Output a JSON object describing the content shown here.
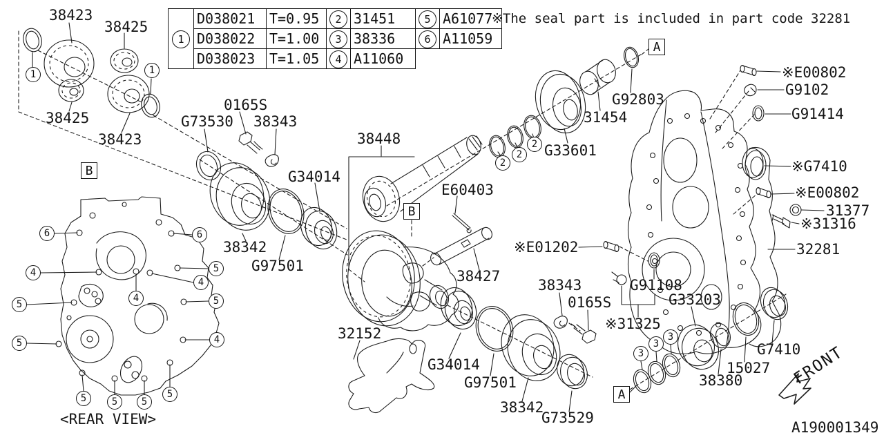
{
  "note": "※The seal part is included in part code 32281",
  "diagram_code": "A190001349",
  "front_label": "FRONT",
  "rear_view_caption": "<REAR VIEW>",
  "boxed": {
    "a": "A",
    "b": "B"
  },
  "circled": {
    "n1": "1",
    "n2": "2",
    "n3": "3",
    "n4": "4",
    "n5": "5",
    "n6": "6"
  },
  "table": {
    "rows": [
      {
        "code": "D038021",
        "thickness": "T=0.95",
        "marker2": "2",
        "code2": "31451",
        "marker3": "5",
        "code3": "A61077"
      },
      {
        "code": "D038022",
        "thickness": "T=1.00",
        "marker2": "3",
        "code2": "38336",
        "marker3": "6",
        "code3": "A11059"
      },
      {
        "code": "D038023",
        "thickness": "T=1.05",
        "marker2": "4",
        "code2": "A11060"
      }
    ]
  },
  "parts": {
    "gear_38423": "38423",
    "gear_38425": "38425",
    "washer_0165s": "0165S",
    "seal_g73530": "G73530",
    "clip_38343": "38343",
    "bearing_g34014": "G34014",
    "drum_38342": "38342",
    "oring_g97501": "G97501",
    "pinion_38448": "38448",
    "pin_e60403": "E60403",
    "shaft_38427": "38427",
    "bearing_g33601": "G33601",
    "spacer_31454": "31454",
    "oring_g92803": "G92803",
    "stay_32152": "32152",
    "seal_g73529": "G73529",
    "dowel_e00802": "※E00802",
    "clip_g9102": "G9102",
    "seal_g91414": "G91414",
    "seal_g7410_ref": "※G7410",
    "cap_31377": "31377",
    "bolt_31316": "※31316",
    "case_32281": "32281",
    "dowel_e01202": "※E01202",
    "seal_g91108": "G91108",
    "plug_31325": "※31325",
    "bearing_g33203": "G33203",
    "seal_g7410": "G7410",
    "plate_15027": "15027",
    "retainer_38380": "38380"
  }
}
